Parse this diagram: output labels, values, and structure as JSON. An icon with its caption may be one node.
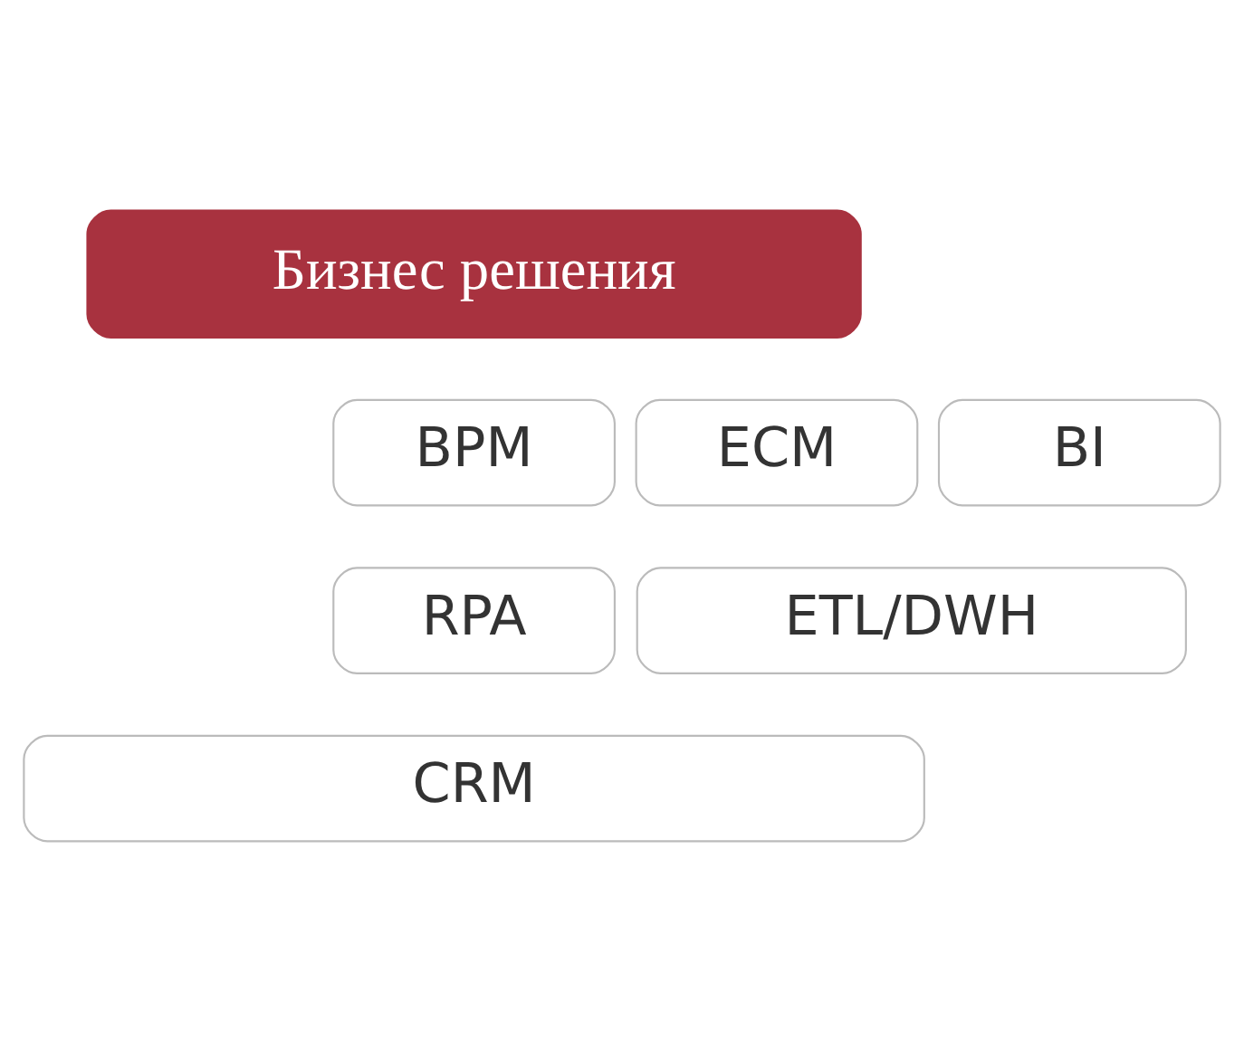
{
  "diagram": {
    "nodes": [
      {
        "text": [
          "Бизнес решения"
        ]
      },
      {
        "text": [
          "BPM"
        ]
      },
      {
        "text": [
          "ECM"
        ]
      },
      {
        "text": [
          "BI"
        ]
      },
      {
        "text": [
          "RPA"
        ]
      },
      {
        "text": [
          "ETL/DWH"
        ]
      },
      {
        "text": [
          "CRM"
        ]
      }
    ]
  }
}
